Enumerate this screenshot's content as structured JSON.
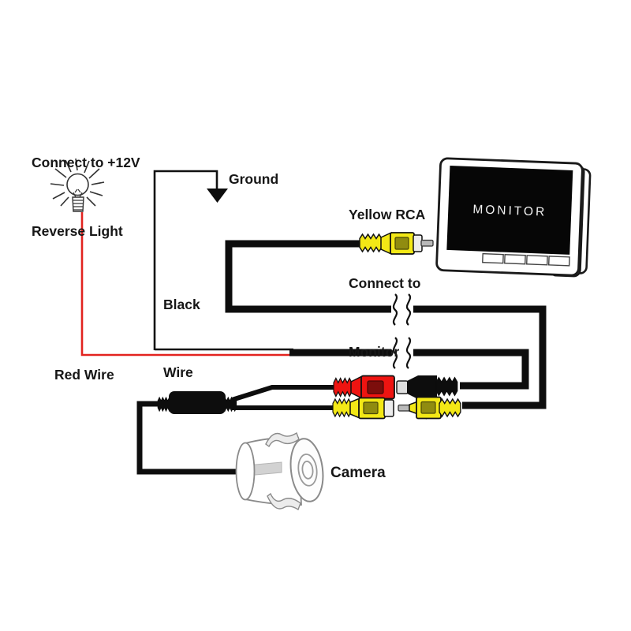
{
  "diagram": {
    "labels": {
      "reverse_light": {
        "line1": "Connect to +12V",
        "line2": "Reverse Light"
      },
      "ground": "Ground",
      "black_wire": {
        "line1": "Black",
        "line2": "Wire"
      },
      "yellow_rca": {
        "line1": "Yellow RCA",
        "line2": "Connect to",
        "line3": "Monitor"
      },
      "red_wire": "Red Wire",
      "camera": "Camera",
      "monitor_screen": "MONITOR"
    },
    "components": {
      "monitor": "Monitor with 4 front buttons",
      "camera": "Flush-mount cylindrical camera",
      "reverse_light": "Reverse light bulb",
      "ground": "Ground arrow symbol",
      "inline_power_connector": "Inline barrel power connector",
      "red_rca": "Red RCA power connector pair",
      "yellow_rca_camera": "Yellow RCA video connector pair",
      "yellow_rca_monitor": "Yellow RCA plug to monitor",
      "cable_breaks": "Cable length break squiggles"
    },
    "colors": {
      "page_bg": "#ffffff",
      "wire_black": "#0d0d0d",
      "wire_red": "#e2231f",
      "outline": "#111111",
      "rca_red": "#ee1411",
      "rca_red_dark": "#7c0e0c",
      "rca_yellow": "#f3e816",
      "rca_yellow_dark": "#908c10",
      "metal_gray": "#b9b9b9",
      "cap_gray": "#ececec",
      "sketch_gray": "#8a8a8a",
      "monitor_screen_bg": "#060606",
      "label_color": "#161616"
    }
  }
}
